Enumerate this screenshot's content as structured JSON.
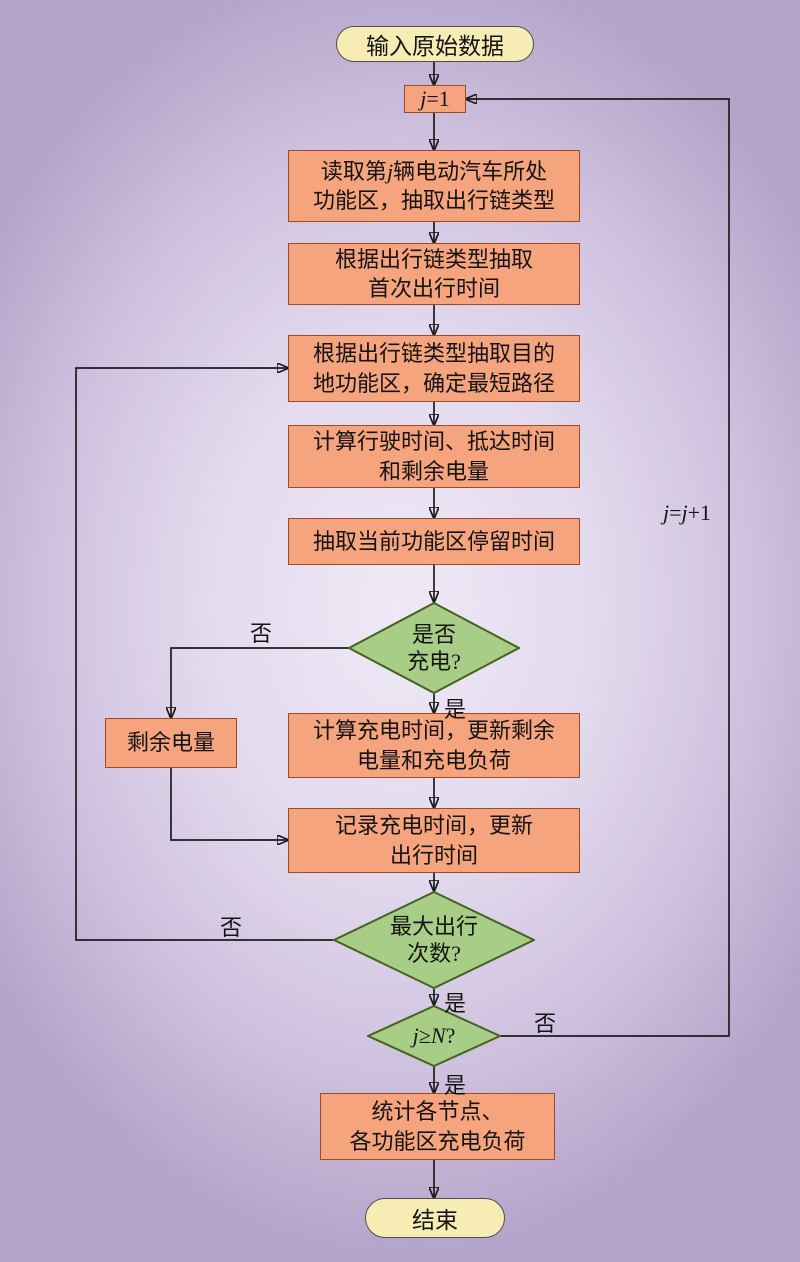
{
  "nodes": {
    "start": {
      "label": "输入原始数据"
    },
    "init": {
      "var": "j",
      "rest": "=1"
    },
    "read_zone": {
      "l1a": "读取第",
      "l1b": "j",
      "l1c": "辆电动汽车所处",
      "l2": "功能区，抽取出行链类型"
    },
    "first_trip_time": {
      "l1": "根据出行链类型抽取",
      "l2": "首次出行时间"
    },
    "dest_zone": {
      "l1": "根据出行链类型抽取目的",
      "l2": "地功能区，确定最短路径"
    },
    "drive_calc": {
      "l1": "计算行驶时间、抵达时间",
      "l2": "和剩余电量"
    },
    "dwell_time": {
      "l1": "抽取当前功能区停留时间"
    },
    "charge_decision": {
      "l1": "是否",
      "l2": "充电?"
    },
    "remaining_soc": {
      "l1": "剩余电量"
    },
    "charge_calc": {
      "l1": "计算充电时间，更新剩余",
      "l2": "电量和充电负荷"
    },
    "record_update": {
      "l1": "记录充电时间，更新",
      "l2": "出行时间"
    },
    "max_trips_decision": {
      "l1": "最大出行",
      "l2": "次数?"
    },
    "all_ev_decision": {
      "p1": "j",
      "p2": "≥",
      "p3": "N",
      "p4": "?"
    },
    "stats": {
      "l1": "统计各节点、",
      "l2": "各功能区充电负荷"
    },
    "end": {
      "label": "结束"
    }
  },
  "labels": {
    "yes": "是",
    "no": "否",
    "inc1": "j",
    "inc2": "=",
    "inc3": "j",
    "inc4": "+1"
  },
  "colors": {
    "process_fill": "#f5a47e",
    "process_border": "#9e4a24",
    "terminator_fill": "#f6ecb4",
    "terminator_border": "#4f4f4f",
    "decision_fill": "#a7cd86",
    "decision_border": "#44631f",
    "connector": "#1c1c1c",
    "background_center": "#efe9f6",
    "background_edge": "#b4a3c9"
  }
}
